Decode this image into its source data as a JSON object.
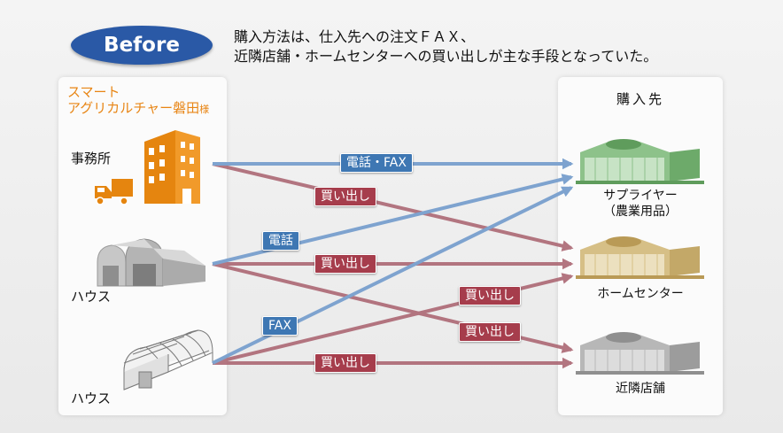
{
  "badge": "Before",
  "header": {
    "line1": "購入方法は、仕入先への注文ＦＡＸ、",
    "line2": "近隣店舗・ホームセンターへの買い出しが主な手段となっていた。"
  },
  "customer": {
    "line1": "スマート",
    "line2_main": "アグリカルチャー磐田",
    "line2_suffix": "様"
  },
  "sources": {
    "office": "事務所",
    "house1": "ハウス",
    "house2": "ハウス"
  },
  "suppliers": {
    "title": "購入先",
    "supplier_line1": "サプライヤー",
    "supplier_line2": "（農業用品）",
    "homecenter": "ホームセンター",
    "nearby": "近隣店舗"
  },
  "tags": {
    "office_phone_fax": "電話・FAX",
    "office_buy": "買い出し",
    "house1_phone": "電話",
    "house1_buy": "買い出し",
    "house2_fax": "FAX",
    "house2_buy_a": "買い出し",
    "house1_buy_b": "買い出し",
    "house2_buy_c": "買い出し"
  },
  "colors": {
    "badge": "#2a59a6",
    "customer_text": "#e88514",
    "blue_arrow": "#7ea3cf",
    "red_arrow": "#ac6874",
    "blue_tag": "#3e77b3",
    "red_tag": "#a63d4c"
  }
}
